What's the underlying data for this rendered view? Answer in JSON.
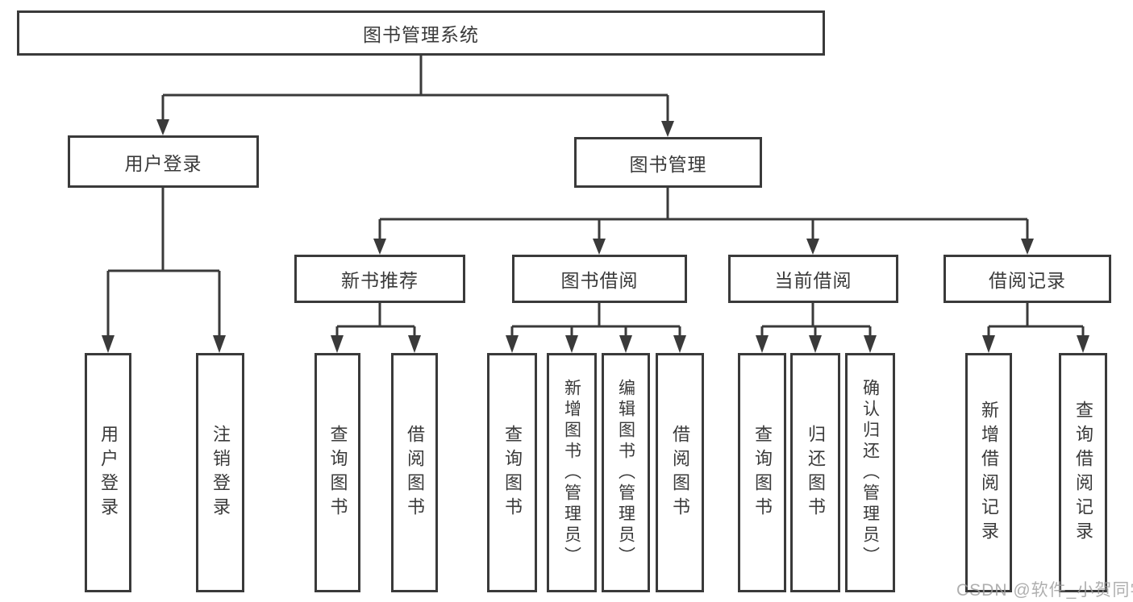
{
  "diagram": {
    "root": {
      "label": "图书管理系统"
    },
    "branches": [
      {
        "label": "用户登录",
        "children": [
          {
            "label": "用户登录"
          },
          {
            "label": "注销登录"
          }
        ]
      },
      {
        "label": "图书管理",
        "children": [
          {
            "label": "新书推荐",
            "children": [
              {
                "label": "查询图书"
              },
              {
                "label": "借阅图书"
              }
            ]
          },
          {
            "label": "图书借阅",
            "children": [
              {
                "label": "查询图书"
              },
              {
                "label": "新增图书（管理员）"
              },
              {
                "label": "编辑图书（管理员）"
              },
              {
                "label": "借阅图书"
              }
            ]
          },
          {
            "label": "当前借阅",
            "children": [
              {
                "label": "查询图书"
              },
              {
                "label": "归还图书"
              },
              {
                "label": "确认归还（管理员）"
              }
            ]
          },
          {
            "label": "借阅记录",
            "children": [
              {
                "label": "新增借阅记录"
              },
              {
                "label": "查询借阅记录"
              }
            ]
          }
        ]
      }
    ]
  },
  "watermark": {
    "text": "CSDN @软件_小贺同学",
    "color": "#9e9e9e"
  },
  "colors": {
    "line": "#3a3a3a",
    "text": "#3a3a3a",
    "box_background": "#ffffff",
    "page_background": "#ffffff"
  }
}
